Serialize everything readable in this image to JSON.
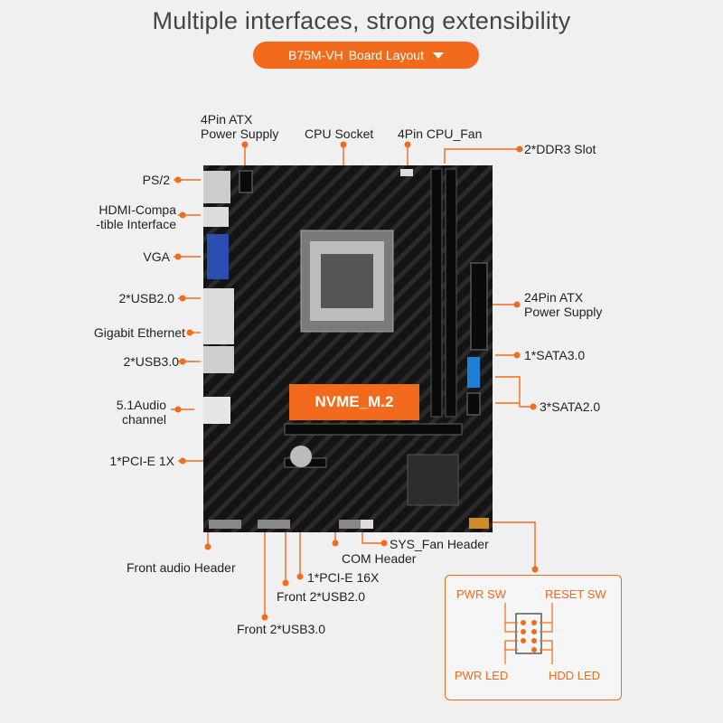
{
  "title": "Multiple interfaces, strong extensibility",
  "layout_button": {
    "model": "B75M-VH",
    "label": "Board Layout"
  },
  "labels": {
    "atx4": [
      "4Pin ATX",
      "Power Supply"
    ],
    "cpu_socket": "CPU Socket",
    "cpu_fan": "4Pin CPU_Fan",
    "ddr3": "2*DDR3 Slot",
    "ps2": "PS/2",
    "hdmi": [
      "HDMI-Compa",
      "-tible Interface"
    ],
    "vga": "VGA",
    "usb20": "2*USB2.0",
    "ethernet": "Gigabit Ethernet",
    "usb30": "2*USB3.0",
    "audio": [
      "5.1Audio",
      "channel"
    ],
    "pcie1x": "1*PCI-E 1X",
    "atx24": [
      "24Pin ATX",
      "Power Supply"
    ],
    "sata3": "1*SATA3.0",
    "sata2": "3*SATA2.0",
    "sys_fan": "SYS_Fan Header",
    "com": "COM Header",
    "front_audio": "Front audio Header",
    "pcie16x": "1*PCI-E 16X",
    "front_usb20": "Front 2*USB2.0",
    "front_usb30": "Front 2*USB3.0"
  },
  "board_text": {
    "nvme": "NVME_M.2"
  },
  "panel": {
    "pwr_sw": "PWR SW",
    "reset_sw": "RESET SW",
    "pwr_led": "PWR LED",
    "hdd_led": "HDD  LED"
  },
  "colors": {
    "accent": "#f26a1b",
    "board": "#141414",
    "background": "#f0f0f0"
  }
}
